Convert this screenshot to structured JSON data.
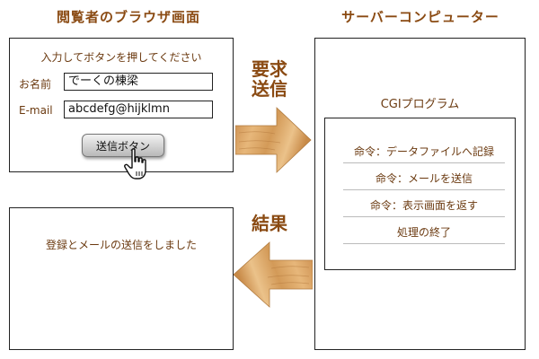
{
  "headings": {
    "browser": "閲覧者のブラウザ画面",
    "server": "サーバーコンピューター"
  },
  "browser": {
    "instruction": "入力してボタンを押してください",
    "name_label": "お名前",
    "name_value": "でーくの棟梁",
    "email_label": "E-mail",
    "email_value": "abcdefg@hijklmn",
    "submit_label": "送信ボタン"
  },
  "arrows": {
    "request": "要求\n送信",
    "request_line1": "要求",
    "request_line2": "送信",
    "result": "結果"
  },
  "server": {
    "program_label": "CGIプログラム",
    "commands": [
      "命令：データファイルへ記録",
      "命令：メールを送信",
      "命令：表示画面を返す",
      "処理の終了"
    ]
  },
  "result": {
    "message": "登録とメールの送信をしました"
  },
  "colors": {
    "heading": "#8a4a12",
    "text": "#6b3a10",
    "arrow_wood": "#d9a25f"
  }
}
